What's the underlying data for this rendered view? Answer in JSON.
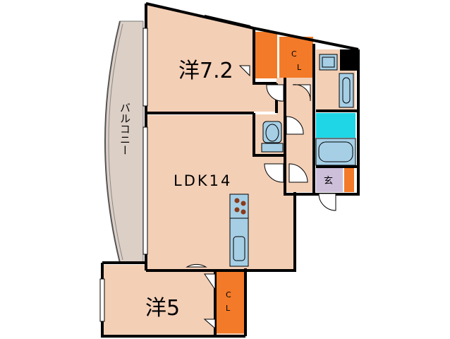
{
  "rooms": {
    "western_1": {
      "label": "洋7.2"
    },
    "ldk": {
      "label": "LDK14"
    },
    "western_2": {
      "label": "洋5"
    },
    "balcony": {
      "label": "バルコニー"
    },
    "entrance": {
      "label": "玄"
    },
    "closet_1": {
      "label_c": "C",
      "label_l": "L"
    },
    "closet_2": {
      "label_c": "C",
      "label_l": "L"
    }
  },
  "colors": {
    "room_fill": "#f3cfb6",
    "balcony_fill": "#dccfc6",
    "wall": "#000000",
    "closet_orange": "#f37a28",
    "bath_cyan": "#1ed6e6",
    "fixture_blue": "#a6cfe6",
    "entrance_lavender": "#cdbfda"
  },
  "icons": [
    "door-swing-icon",
    "toilet-icon",
    "stove-icon",
    "sink-icon",
    "bathtub-icon",
    "washbasin-icon"
  ]
}
